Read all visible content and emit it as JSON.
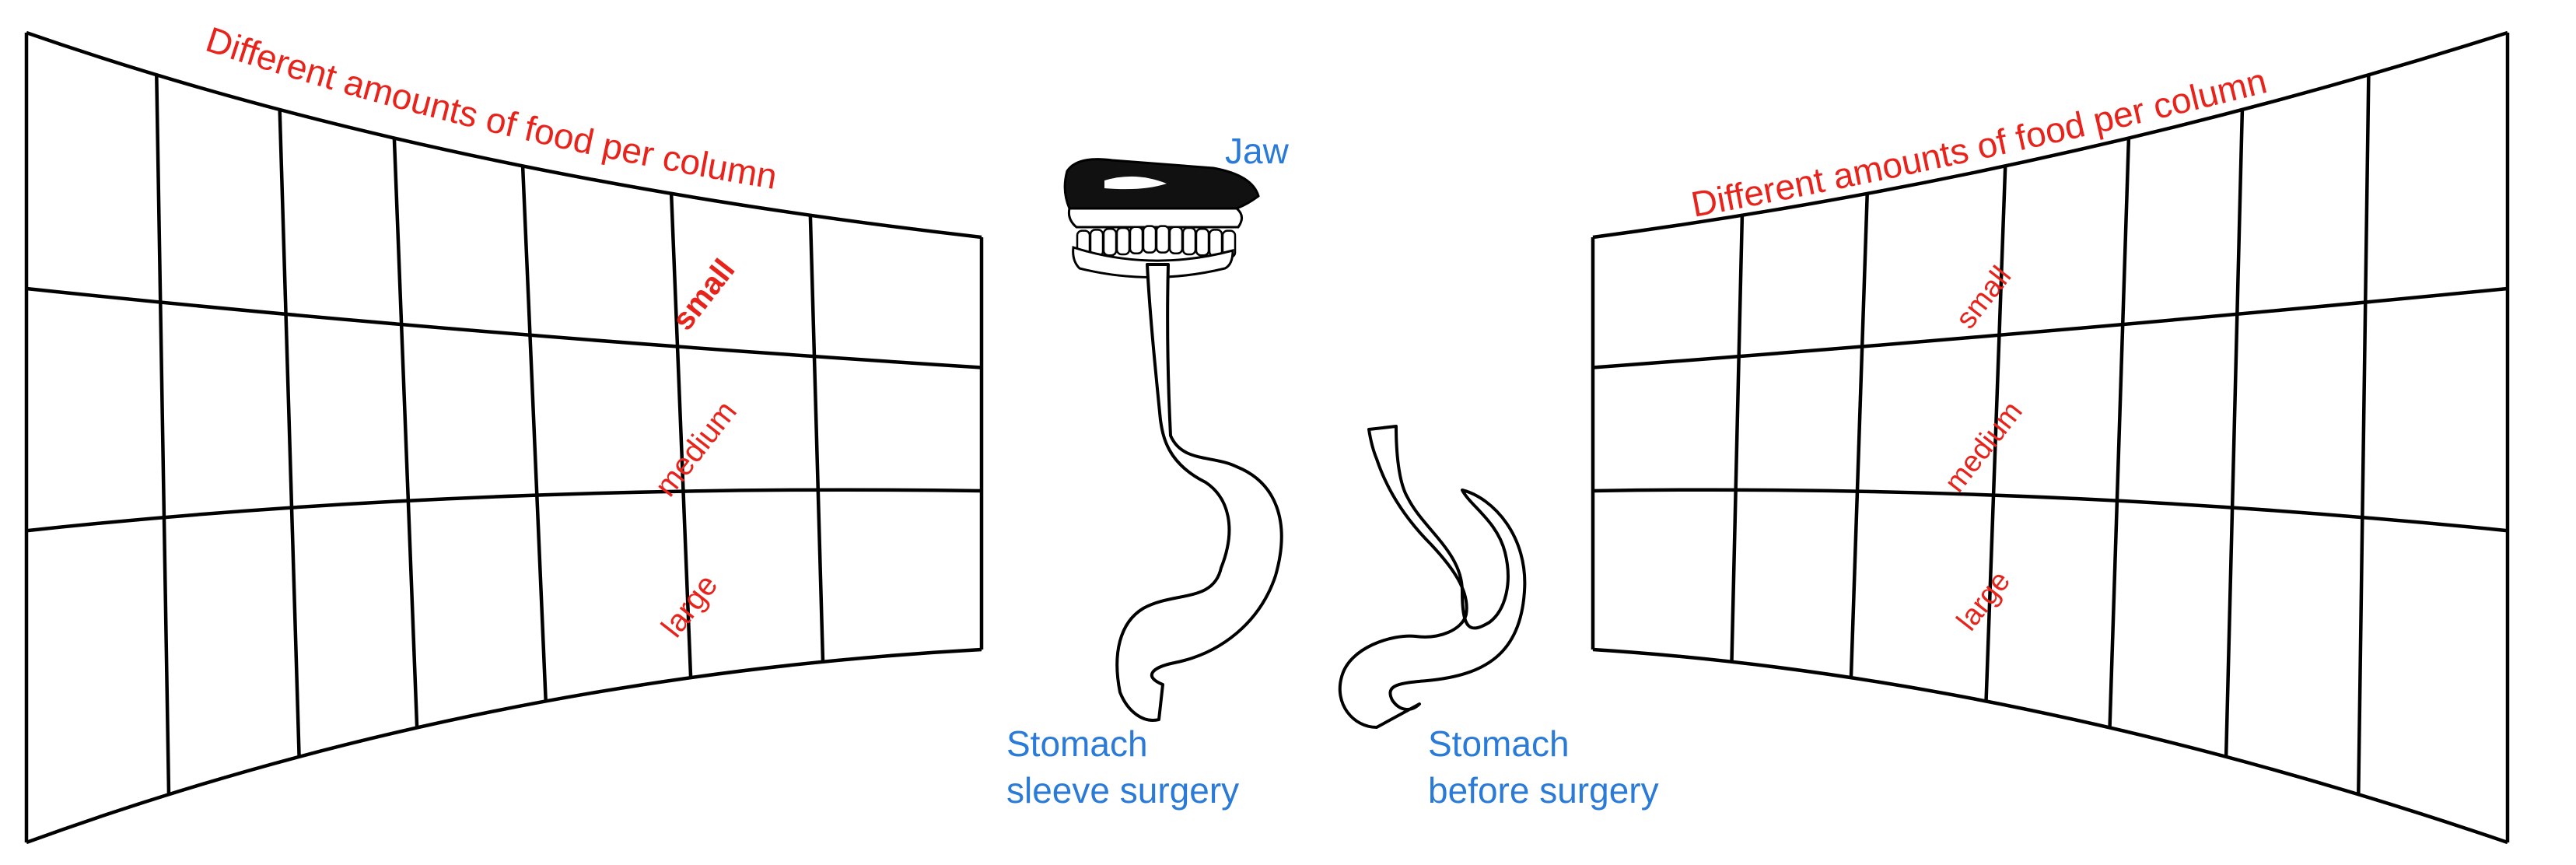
{
  "left_grid": {
    "title": "Different amounts of food per column",
    "labels": [
      {
        "text": "small",
        "bold": true
      },
      {
        "text": "medium",
        "bold": false
      },
      {
        "text": "large",
        "bold": false
      }
    ]
  },
  "right_grid": {
    "title": "Different amounts of food per column",
    "labels": [
      {
        "text": "small",
        "bold": false
      },
      {
        "text": "medium",
        "bold": false
      },
      {
        "text": "large",
        "bold": false
      }
    ]
  },
  "jaw": {
    "label": "Jaw"
  },
  "sleeve_stomach": {
    "label_line1": "Stomach",
    "label_line2": "sleeve surgery"
  },
  "normal_stomach": {
    "label_line1": "Stomach",
    "label_line2": "before surgery"
  },
  "colors": {
    "label_red": "#e8231c",
    "label_blue": "#2a7ad8",
    "line": "#000000"
  }
}
